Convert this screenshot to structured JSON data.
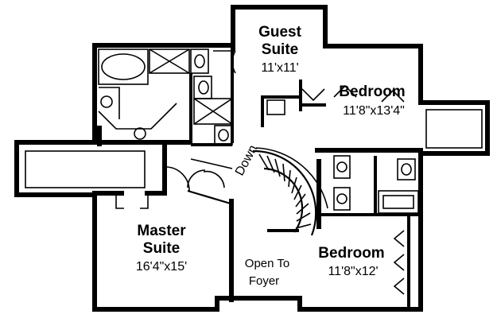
{
  "rooms": {
    "guest_suite": {
      "name_line1": "Guest",
      "name_line2": "Suite",
      "size": "11'x11'"
    },
    "bedroom_upper": {
      "name": "Bedroom",
      "size": "11'8\"x13'4\""
    },
    "master_suite": {
      "name_line1": "Master",
      "name_line2": "Suite",
      "size": "16'4\"x15'"
    },
    "bedroom_lower": {
      "name": "Bedroom",
      "size": "11'8\"x12'"
    },
    "open_to_foyer": {
      "line1": "Open To",
      "line2": "Foyer"
    }
  },
  "stair": {
    "label": "Down"
  }
}
